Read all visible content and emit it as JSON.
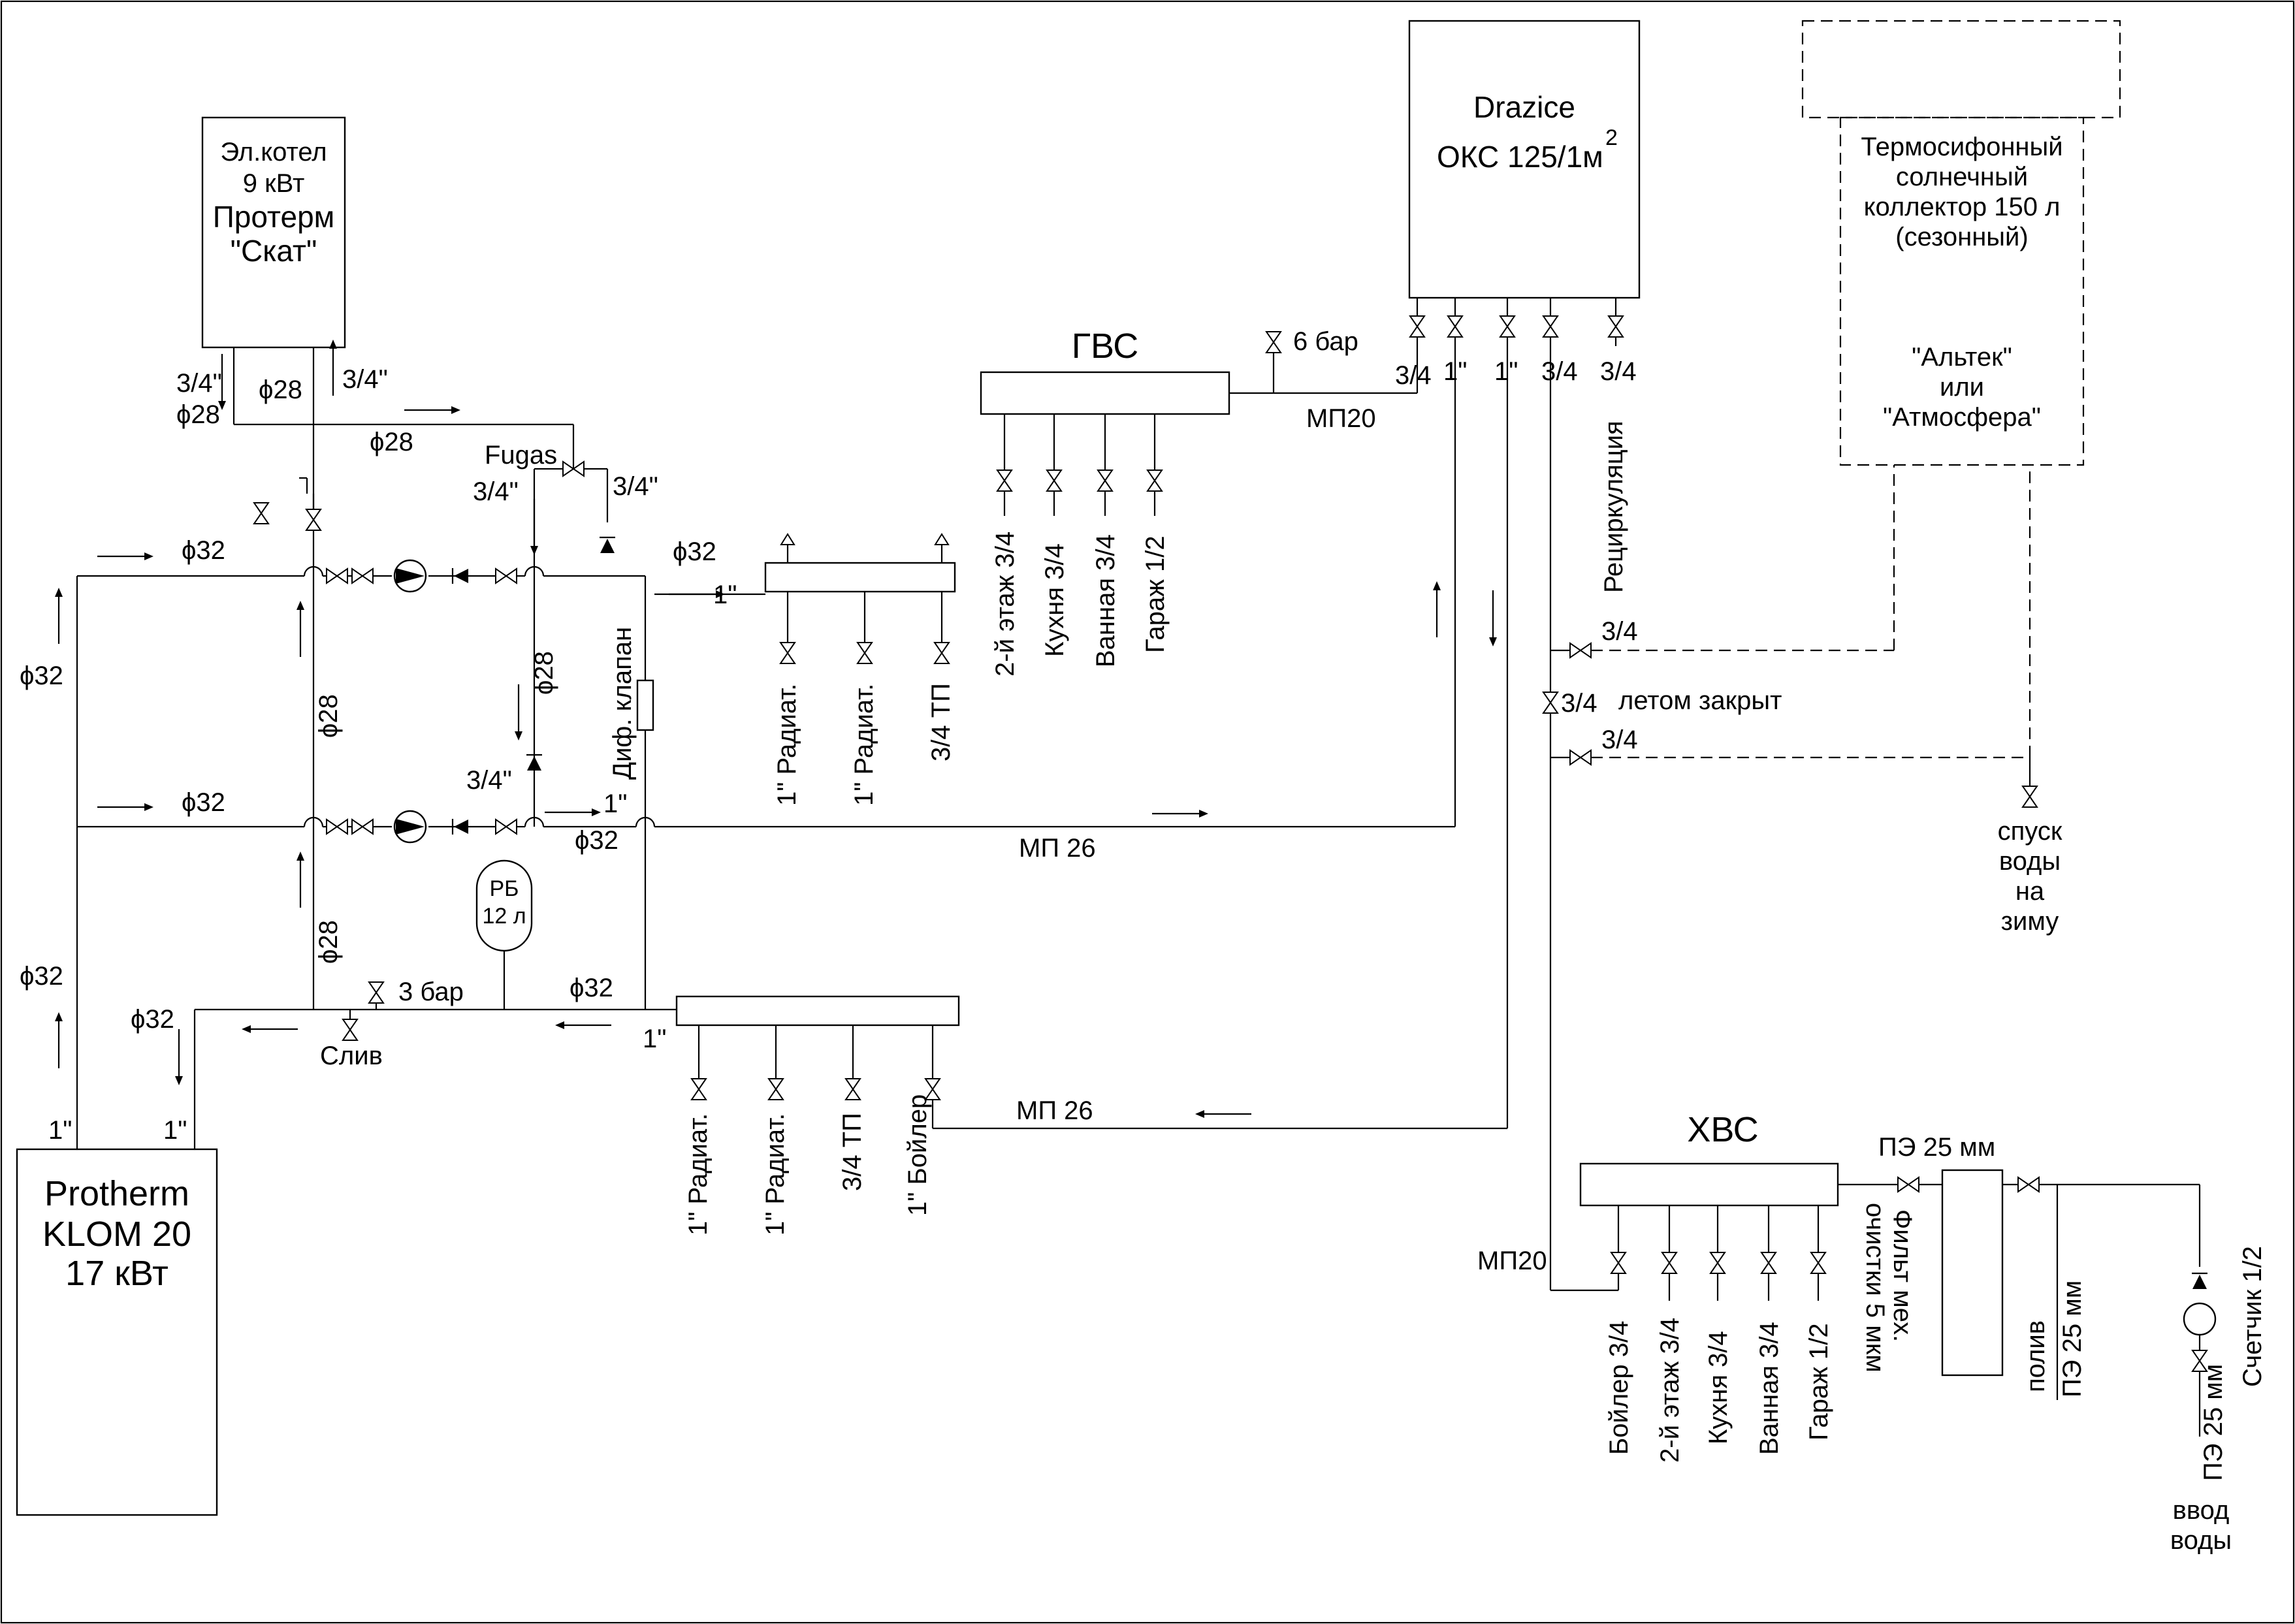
{
  "colors": {
    "line": "#000000",
    "background": "#ffffff"
  },
  "boiler_electric": [
    "Эл.котел",
    "9 кВт",
    "Протерм",
    "\"Скат\""
  ],
  "boiler_gas": [
    "Protherm",
    "KLOM 20",
    "17 кВт"
  ],
  "storage_tank": {
    "line1": "Drazice",
    "line2": "ОКС 125/1м",
    "sup": "2"
  },
  "solar_collector": [
    "Термосифонный",
    "солнечный",
    "коллектор 150 л",
    "(сезонный)",
    "\"Альтек\"",
    "или",
    "\"Атмосфера\""
  ],
  "expansion_tank": [
    "РБ",
    "12 л"
  ],
  "manifold_hot": {
    "title": "ГВС",
    "outlets": [
      "2-й этаж 3/4",
      "Кухня 3/4",
      "Ванная 3/4",
      "Гараж 1/2"
    ],
    "valve_label": "6 бар",
    "pipe_label": "МП20"
  },
  "manifold_cold": {
    "title": "ХВС",
    "outlets": [
      "Бойлер 3/4",
      "2-й этаж 3/4",
      "Кухня 3/4",
      "Ванная 3/4",
      "Гараж 1/2"
    ],
    "pipe_label": "МП20",
    "inlet_label": "ПЭ 25 мм"
  },
  "heat_upper_manifold": {
    "outlets": [
      "1\" Радиат.",
      "1\" Радиат.",
      "3/4 ТП"
    ],
    "inlet": "1\""
  },
  "heat_lower_manifold": {
    "outlets": [
      "1\" Радиат.",
      "1\" Радиат.",
      "3/4 ТП",
      "1\" Бойлер"
    ],
    "inlet": "1\""
  },
  "tank_ports": [
    "3/4",
    "1\"",
    "1\"",
    "3/4",
    "3/4"
  ],
  "water_inlet": {
    "filter": [
      "Фильт мех.",
      "очистки 5 мкм"
    ],
    "irrigation": [
      "полив",
      "ПЭ 25 мм"
    ],
    "meter": "Счетчик 1/2",
    "pe": "ПЭ 25 мм",
    "entry": [
      "ввод",
      "воды"
    ]
  },
  "labels": {
    "d32": "ϕ32",
    "d28": "ϕ28",
    "in34": "3/4\"",
    "in1": "1\"",
    "q34": "3/4",
    "fugas": "Fugas",
    "diff_valve": "Диф. клапан",
    "recirculation": "Рециркуляция",
    "summer_closed": "летом закрыт",
    "winter_drain": [
      "спуск",
      "воды",
      "на",
      "зиму"
    ],
    "mp26": "МП 26",
    "mp20": "МП20",
    "bar3": "3 бар",
    "drain": "Слив"
  }
}
